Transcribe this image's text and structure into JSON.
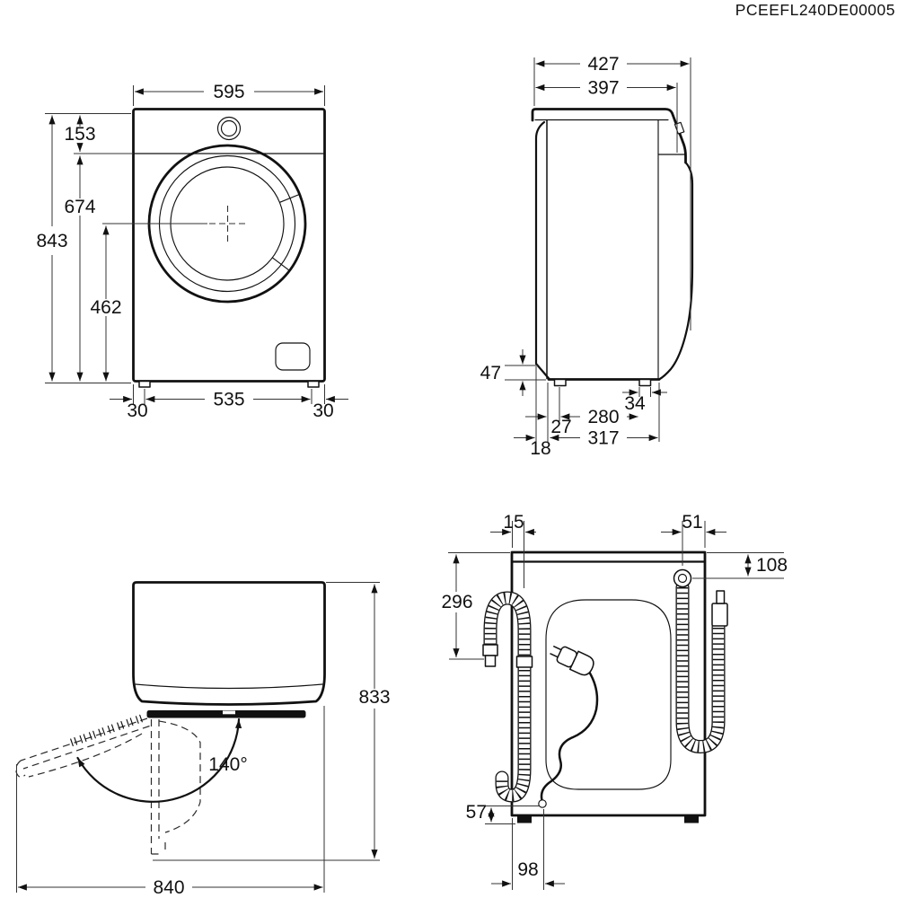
{
  "title": "PCEEFL240DE00005",
  "line_color": "#111111",
  "views": {
    "front": {
      "width": "595",
      "panel_height": "153",
      "door_top_to_floor": "674",
      "total_height": "843",
      "door_center_to_floor": "462",
      "foot_offset_left": "30",
      "feet_span": "535",
      "foot_offset_right": "30"
    },
    "side": {
      "total_depth": "427",
      "body_depth": "397",
      "rear_bottom_height": "47",
      "rear_offset": "18",
      "rear_foot_gap": "27",
      "feet_span": "280",
      "foot_width": "34",
      "base_depth": "317"
    },
    "top": {
      "door_open_angle": "140°",
      "depth_door_open": "833",
      "width_door_open": "840"
    },
    "back": {
      "drain_hose_offset": "15",
      "inlet_hose_offset": "51",
      "inlet_below_top": "108",
      "drain_below_top": "296",
      "cord_height": "57",
      "cord_offset": "98"
    }
  }
}
